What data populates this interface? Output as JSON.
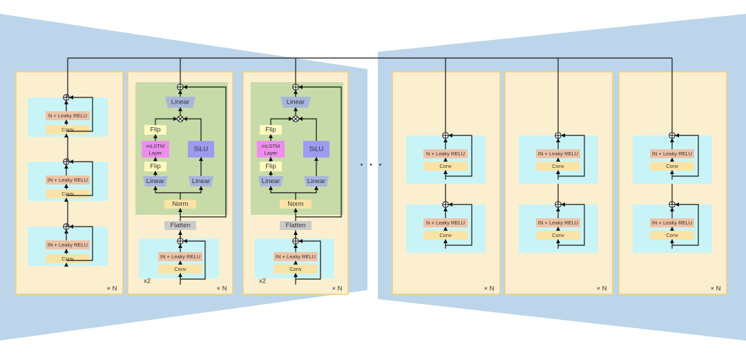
{
  "blocks": {
    "leaky_relu": "IN + Leaky RELU",
    "leaky_relu_short": "N + Leaky RELU",
    "conv": "Conv",
    "linear": "Linear",
    "flip": "Flip",
    "mlstm": "mLSTM\nLayer",
    "silu": "SiLU",
    "norm": "Norm",
    "flatten": "Flatten",
    "oplus": "⊕",
    "otimes": "⊗"
  },
  "repeat_labels": {
    "times_n": "× N",
    "x2": "x2"
  },
  "ellipsis": "· · ·",
  "colors": {
    "wing": "#bcd5ea",
    "outer_block": "#fcefcf",
    "outer_border": "#f2cf72",
    "cyan_block": "#c9f4f7",
    "green_block": "#c6dba8",
    "relu_box": "#efc3a6",
    "conv_box": "#fbe3a5",
    "flip_box": "#fdf9bf",
    "mlstm_box": "#ef8cef",
    "silu_box": "#9d9af1",
    "linear_trap": "#a8b6dc",
    "flatten_box": "#cbcbcb",
    "line": "#111111"
  }
}
